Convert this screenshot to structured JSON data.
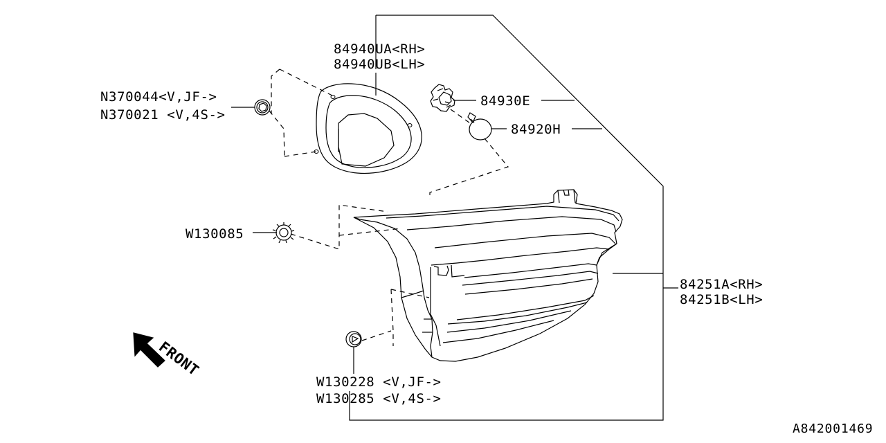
{
  "diagram": {
    "id_code": "A842001469",
    "orientation_marker": {
      "label": "FRONT",
      "icon": "arrow-up-left-icon"
    },
    "background_color": "#ffffff",
    "line_color": "#000000"
  },
  "labels": {
    "gasket_rh": "84940UA<RH>",
    "gasket_lh": "84940UB<LH>",
    "nut_jf": "N370044<V,JF->",
    "nut_4s": "N370021 <V,4S->",
    "socket": "84930E",
    "bulb": "84920H",
    "clip_upper": "W130085",
    "clip_lower_jf": "W130228 <V,JF->",
    "clip_lower_4s": "W130285 <V,4S->",
    "lamp_rh": "84251A<RH>",
    "lamp_lh": "84251B<LH>"
  },
  "parts": [
    {
      "key": "gasket",
      "numbers": [
        "84940UA<RH>",
        "84940UB<LH>"
      ],
      "name": "rear-combination-lamp-gasket",
      "icon": "gasket-outline-icon"
    },
    {
      "key": "nut",
      "numbers": [
        "N370044<V,JF->",
        "N370021 <V,4S->"
      ],
      "name": "flange-nut",
      "icon": "nut-icon"
    },
    {
      "key": "socket",
      "numbers": [
        "84930E"
      ],
      "name": "bulb-socket",
      "icon": "socket-icon"
    },
    {
      "key": "bulb",
      "numbers": [
        "84920H"
      ],
      "name": "lamp-bulb",
      "icon": "bulb-icon"
    },
    {
      "key": "clip_upper",
      "numbers": [
        "W130085"
      ],
      "name": "serrated-clip-nut",
      "icon": "serrated-clip-icon"
    },
    {
      "key": "clip_lower",
      "numbers": [
        "W130228 <V,JF->",
        "W130285 <V,4S->"
      ],
      "name": "grommet-clip",
      "icon": "grommet-icon"
    },
    {
      "key": "lamp_assembly",
      "numbers": [
        "84251A<RH>",
        "84251B<LH>"
      ],
      "name": "rear-combination-lamp-assembly",
      "icon": "tail-lamp-outline-icon"
    }
  ]
}
